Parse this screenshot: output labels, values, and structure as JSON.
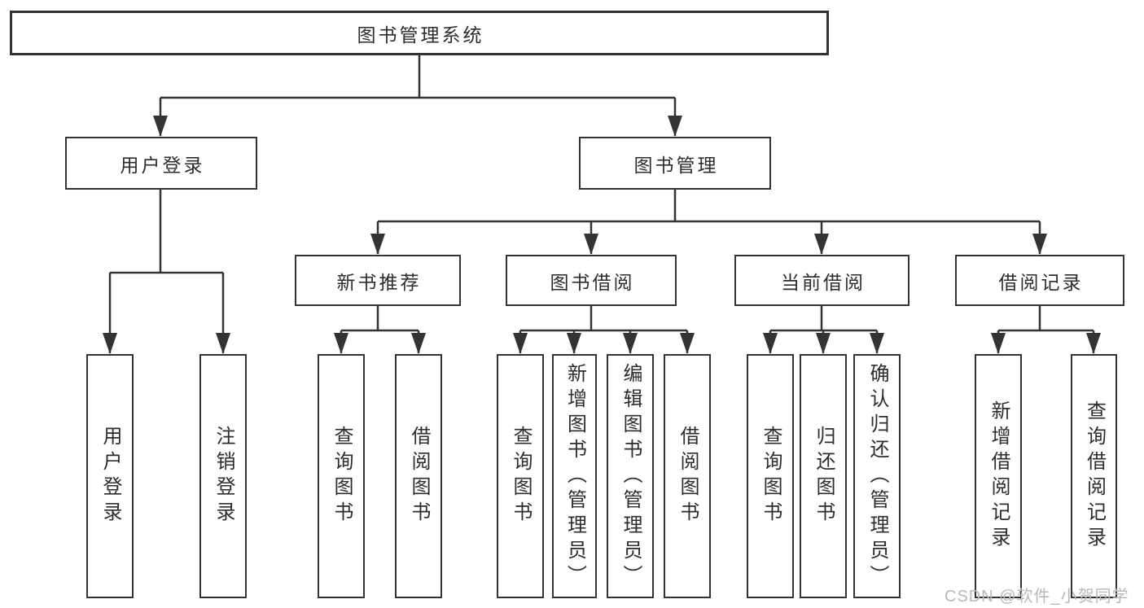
{
  "diagram": {
    "title": "图书管理系统",
    "type": "hierarchy-tree",
    "colors": {
      "line": "#333333",
      "box_border": "#333333",
      "text": "#2d2d2d",
      "background": "#ffffff",
      "watermark": "#b8b8b8"
    },
    "nodes": {
      "root": {
        "label": "图书管理系统"
      },
      "user_login": {
        "label": "用户登录"
      },
      "book_mgmt": {
        "label": "图书管理"
      },
      "new_book_rec": {
        "label": "新书推荐"
      },
      "book_borrow": {
        "label": "图书借阅"
      },
      "current_borrow": {
        "label": "当前借阅"
      },
      "borrow_records": {
        "label": "借阅记录"
      },
      "ul_login": {
        "label": "用户登录"
      },
      "ul_logout": {
        "label": "注销登录"
      },
      "nb_query": {
        "label": "查询图书"
      },
      "nb_borrow": {
        "label": "借阅图书"
      },
      "bb_query": {
        "label": "查询图书"
      },
      "bb_add": {
        "label": "新增图书（管理员）"
      },
      "bb_edit": {
        "label": "编辑图书（管理员）"
      },
      "bb_borrow": {
        "label": "借阅图书"
      },
      "cb_query": {
        "label": "查询图书"
      },
      "cb_return": {
        "label": "归还图书"
      },
      "cb_confirm": {
        "label": "确认归还（管理员）"
      },
      "br_add": {
        "label": "新增借阅记录"
      },
      "br_query": {
        "label": "查询借阅记录"
      }
    },
    "edges": [
      "root -> user_login",
      "root -> book_mgmt",
      "user_login -> ul_login",
      "user_login -> ul_logout",
      "book_mgmt -> new_book_rec",
      "book_mgmt -> book_borrow",
      "book_mgmt -> current_borrow",
      "book_mgmt -> borrow_records",
      "new_book_rec -> nb_query",
      "new_book_rec -> nb_borrow",
      "book_borrow -> bb_query",
      "book_borrow -> bb_add",
      "book_borrow -> bb_edit",
      "book_borrow -> bb_borrow",
      "current_borrow -> cb_query",
      "current_borrow -> cb_return",
      "current_borrow -> cb_confirm",
      "borrow_records -> br_add",
      "borrow_records -> br_query"
    ],
    "watermark": "CSDN @软件_小贺同学"
  }
}
